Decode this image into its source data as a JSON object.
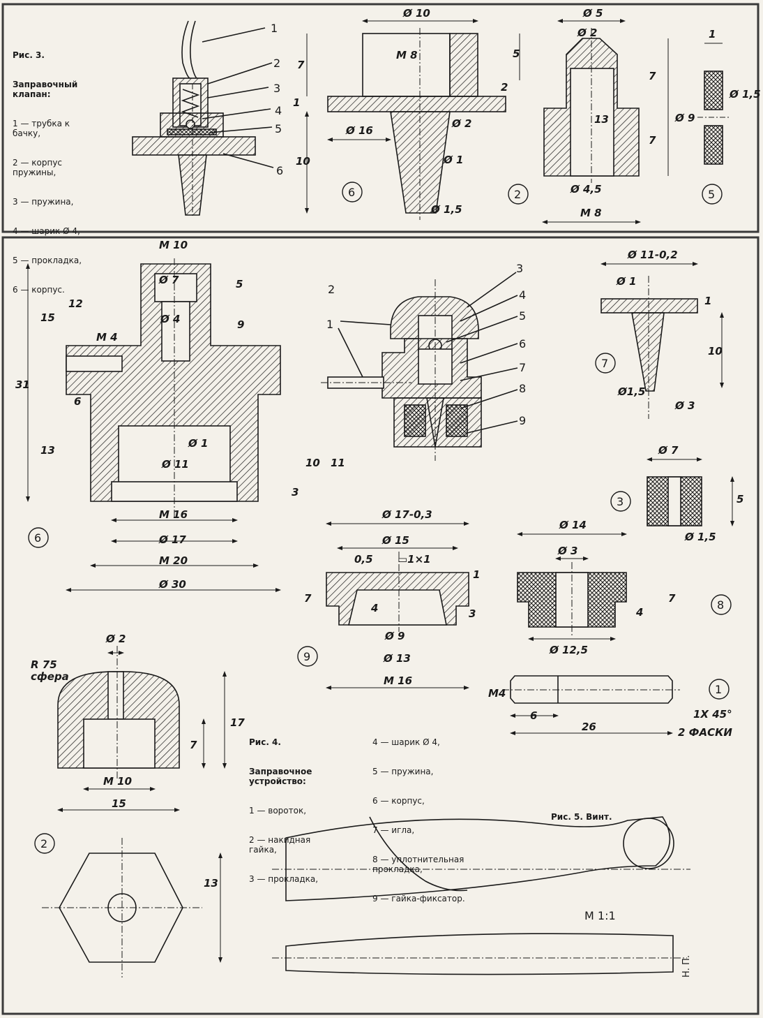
{
  "fig3": {
    "caption_title": "Рис. 3.",
    "caption_subtitle": "Заправочный клапан:",
    "legend": [
      "1 — трубка к бачку,",
      "2 — корпус пружины,",
      "3 — пружина,",
      "4 — шарик Ø 4,",
      "5 — прокладка,",
      "6 — корпус."
    ],
    "callouts": [
      "1",
      "2",
      "3",
      "4",
      "5",
      "6"
    ],
    "part6": {
      "circle": "6",
      "dims": [
        "Ø 10",
        "M 8",
        "7",
        "5",
        "1",
        "2",
        "Ø 16",
        "Ø 2",
        "10",
        "Ø 1",
        "Ø 1,5"
      ]
    },
    "part2": {
      "circle": "2",
      "dims": [
        "Ø 5",
        "Ø 2",
        "7",
        "13",
        "7",
        "Ø 9",
        "Ø 4,5",
        "M 8"
      ]
    },
    "part5": {
      "circle": "5",
      "dims": [
        "1",
        "Ø 1,5"
      ]
    }
  },
  "fig4": {
    "caption_title": "Рис. 4.",
    "caption_subtitle": "Заправочное устройство:",
    "legend_left": [
      "1 — вороток,",
      "2 — накидная гайка,",
      "3 — прокладка,"
    ],
    "legend_right": [
      "4 — шарик Ø 4,",
      "5 — пружина,",
      "6 — корпус,",
      "7 — игла,",
      "8 — уплотнительная прокладка,",
      "9 — гайка-фиксатор."
    ],
    "assembly_callouts": [
      "1",
      "2",
      "3",
      "4",
      "5",
      "6",
      "7",
      "8",
      "9"
    ],
    "part6": {
      "circle": "6",
      "dims": [
        "M 10",
        "Ø 7",
        "Ø 4",
        "5",
        "9",
        "15",
        "12",
        "31",
        "M 4",
        "6",
        "13",
        "Ø 1",
        "Ø 11",
        "10",
        "11",
        "3",
        "M 16",
        "Ø 17",
        "M 20",
        "Ø 30"
      ]
    },
    "part7": {
      "circle": "7",
      "dims": [
        "Ø 11-0,2",
        "Ø 1",
        "1",
        "10",
        "Ø1,5",
        "Ø 3"
      ]
    },
    "part3": {
      "circle": "3",
      "dims": [
        "Ø 7",
        "5",
        "Ø 1,5"
      ]
    },
    "part9": {
      "circle": "9",
      "dims": [
        "Ø 17-0,3",
        "Ø 15",
        "0,5",
        "▭1×1",
        "1",
        "7",
        "4",
        "3",
        "Ø 9",
        "Ø 13",
        "M 16"
      ]
    },
    "part8": {
      "circle": "8",
      "dims": [
        "Ø 14",
        "Ø 3",
        "7",
        "4",
        "Ø 12,5"
      ]
    },
    "part1": {
      "circle": "1",
      "dims": [
        "M4",
        "6",
        "26",
        "1X 45°",
        "2 ФАСКИ"
      ]
    },
    "part2": {
      "circle": "2",
      "dims": [
        "Ø 2",
        "R 75",
        "сфера",
        "17",
        "7",
        "M 10",
        "15",
        "13"
      ]
    }
  },
  "fig5": {
    "caption": "Рис. 5. Винт.",
    "scale": "М 1:1",
    "side_label": "Н. П."
  },
  "colors": {
    "paper": "#f4f1ea",
    "ink": "#1a1a1a",
    "frame": "#3a3a3a"
  }
}
